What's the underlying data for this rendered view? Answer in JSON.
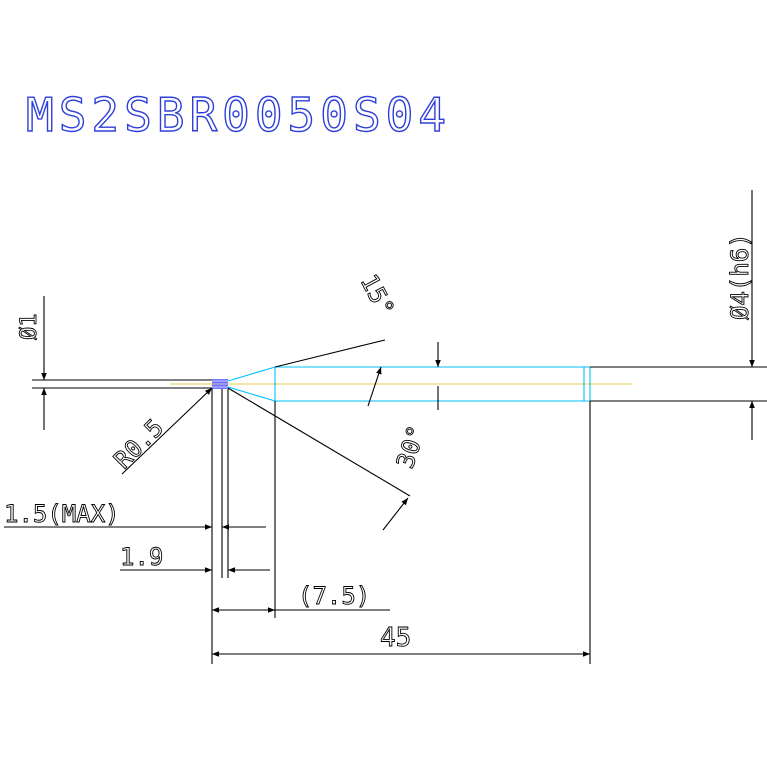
{
  "drawing": {
    "part_number": "MS2SBR0050S04",
    "title_color": "#2e3fd9",
    "line_color": "#000000",
    "tool_outline_color": "#00bfff",
    "centerline_color": "#e8c84a",
    "tip_hatch_color": "#0000ff"
  },
  "dimensions": {
    "tip_diameter": "Ø1",
    "shank_diameter": "Ø4(h6)",
    "radius": "R0.5",
    "neck_length_max": "1.5(MAX)",
    "flute_length": "1.9",
    "taper_length": "(7.5)",
    "overall_length": "45",
    "taper_angle_small": "15°",
    "taper_angle_large": "30°"
  }
}
